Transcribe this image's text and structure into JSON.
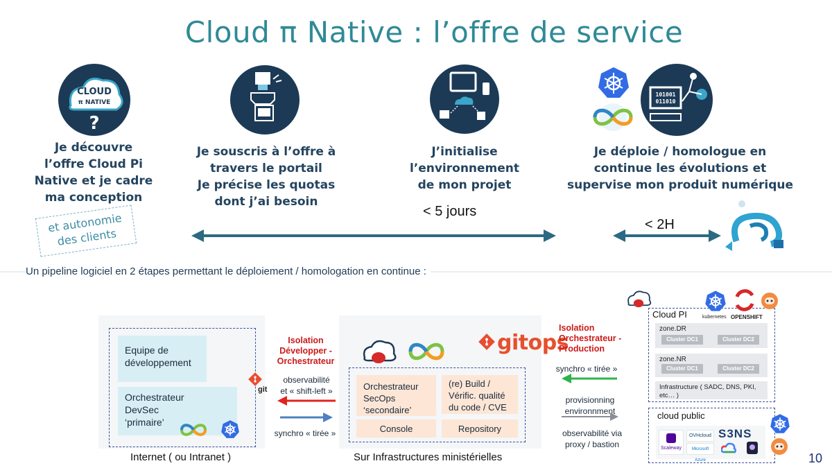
{
  "title": "Cloud π Native :  l’offre de service",
  "steps": [
    {
      "text": "Je découvre\nl’offre Cloud Pi\nNative et je cadre\nma conception"
    },
    {
      "text": "Je souscris à l’offre à\ntravers le portail\nJe précise les quotas\ndont j’ai besoin"
    },
    {
      "text": "J’initialise\nl’environnement\nde mon projet"
    },
    {
      "text": "Je déploie / homologue en\ncontinue les évolutions et\nsupervise mon produit numérique"
    }
  ],
  "icon_text": {
    "cloud_logo_top": "CLOUD",
    "cloud_logo_bottom": "π NATIVE",
    "question": "?",
    "binary": "101001\n011010"
  },
  "stamp": "et autonomie\ndes clients",
  "durations": {
    "first": "< 5 jours",
    "second": "< 2H"
  },
  "pipeline_intro": "Un pipeline logiciel en 2 étapes permettant le déploiement / homologation en continue :",
  "left_panel": {
    "team_box": "Equipe de\ndéveloppement",
    "orchestrator_box": "Orchestrateur\nDevSec\n‘primaire’",
    "label": "Internet ( ou Intranet )"
  },
  "git_label": "git",
  "isolation_left": "Isolation\nDévelopper -\nOrchestrateur",
  "observability": "observabilité\net « shift-left »",
  "synchro_left": "synchro « tirée »",
  "middle_panel": {
    "gitops": "gitops",
    "orchestrator_box": "Orchestrateur\nSecOps\n‘secondaire’",
    "build_box": "(re) Build /\nVérific.  qualité\ndu code  / CVE",
    "console": "Console",
    "repository": "Repository",
    "label": "Sur Infrastructures ministérielles"
  },
  "isolation_right": "Isolation\nOrchestrateur -\nProduction",
  "synchro_right": "synchro « tirée »",
  "provisioning": "provisionning\nenvironnment",
  "observability_proxy": "observabilité via\nproxy /  bastion",
  "cloud_pi": {
    "title": "Cloud PI",
    "kubernetes": "kubernetes",
    "openshift": "OPENSHIFT",
    "zone_dr": "zone.DR",
    "zone_nr": "zone.NR",
    "cluster_dc1": "Cluster DC1",
    "cluster_dc2": "Cluster DC2",
    "infrastructure": "Infrastructure ( SADC, DNS, PKI,\netc… )"
  },
  "cloud_public": {
    "title": "cloud public",
    "providers": [
      "Scaleway",
      "OVHcloud",
      "S3NS",
      "Microsoft Azure",
      "",
      ""
    ]
  },
  "page_number": "10",
  "colors": {
    "title": "#2f8a96",
    "navy": "#1c3a56",
    "arrow": "#2b6a82",
    "red_arrow": "#e0241f",
    "green_arrow": "#2fb24a",
    "blue_arrow": "#4f7fc1",
    "isolation_red": "#cc1a1a"
  }
}
